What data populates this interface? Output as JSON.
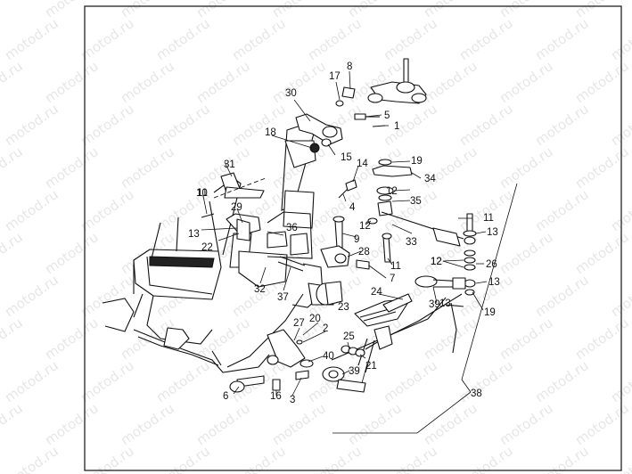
{
  "watermark": "motod.ru",
  "callouts": [
    "1",
    "2",
    "3",
    "4",
    "5",
    "6",
    "7",
    "8",
    "9",
    "10",
    "11",
    "11",
    "11",
    "12",
    "12",
    "12",
    "12",
    "13",
    "13",
    "13",
    "13",
    "14",
    "15",
    "16",
    "17",
    "18",
    "19",
    "19",
    "20",
    "21",
    "22",
    "23",
    "24",
    "25",
    "26",
    "27",
    "28",
    "29",
    "30",
    "31",
    "32",
    "33",
    "34",
    "35",
    "36",
    "37",
    "38",
    "39",
    "39",
    "40"
  ]
}
